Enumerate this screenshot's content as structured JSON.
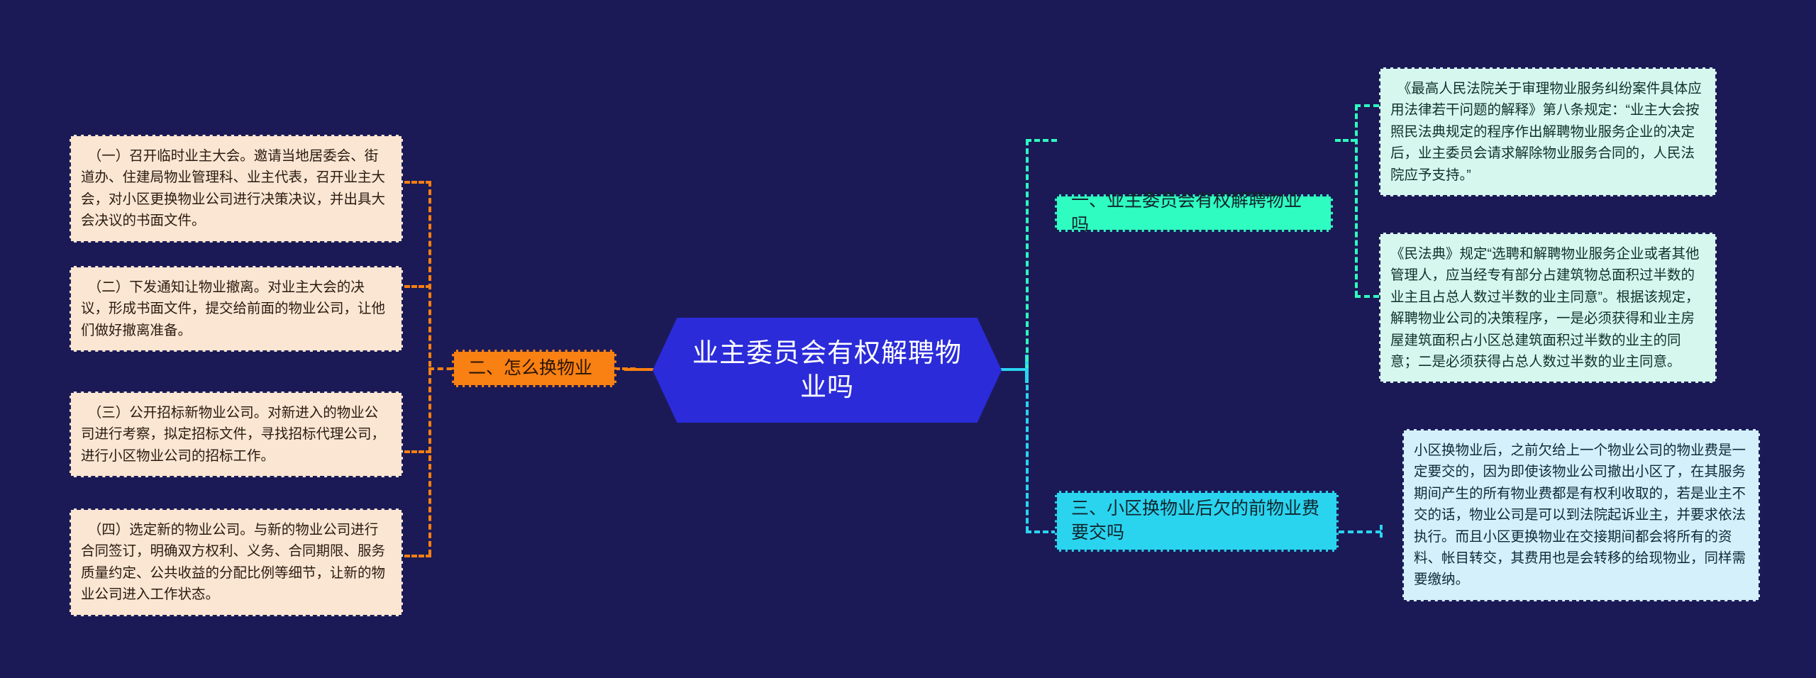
{
  "diagram": {
    "type": "mindmap",
    "background_color": "#1b1a56",
    "center": {
      "label": "业主委员会有权解聘物业吗",
      "color": "#2b2bd9",
      "text_color": "#ffffff"
    },
    "branches": [
      {
        "id": "branch-1",
        "label": "一、业主委员会有权解聘物业吗",
        "color": "#2ffcc0",
        "side": "right",
        "leaves": [
          {
            "id": "leaf-1-1",
            "color": "#d6f7ee",
            "text": "　《最高人民法院关于审理物业服务纠纷案件具体应用法律若干问题的解释》第八条规定：“业主大会按照民法典规定的程序作出解聘物业服务企业的决定后，业主委员会请求解除物业服务合同的，人民法院应予支持。”"
          },
          {
            "id": "leaf-1-2",
            "color": "#d6f7ee",
            "text": "《民法典》规定“选聘和解聘物业服务企业或者其他管理人，应当经专有部分占建筑物总面积过半数的业主且占总人数过半数的业主同意”。根据该规定，解聘物业公司的决策程序，一是必须获得和业主房屋建筑面积占小区总建筑面积过半数的业主的同意；二是必须获得占总人数过半数的业主同意。"
          }
        ]
      },
      {
        "id": "branch-2",
        "label": "二、怎么换物业",
        "color": "#f98012",
        "side": "left",
        "leaves": [
          {
            "id": "leaf-2-1",
            "color": "#fae6d2",
            "text": "　（一）召开临时业主大会。邀请当地居委会、街道办、住建局物业管理科、业主代表，召开业主大会，对小区更换物业公司进行决策决议，并出具大会决议的书面文件。"
          },
          {
            "id": "leaf-2-2",
            "color": "#fae6d2",
            "text": "　（二）下发通知让物业撤离。对业主大会的决议，形成书面文件，提交给前面的物业公司，让他们做好撤离准备。"
          },
          {
            "id": "leaf-2-3",
            "color": "#fae6d2",
            "text": "　（三）公开招标新物业公司。对新进入的物业公司进行考察，拟定招标文件，寻找招标代理公司，进行小区物业公司的招标工作。"
          },
          {
            "id": "leaf-2-4",
            "color": "#fae6d2",
            "text": "　（四）选定新的物业公司。与新的物业公司进行合同签订，明确双方权利、义务、合同期限、服务质量约定、公共收益的分配比例等细节，让新的物业公司进入工作状态。"
          }
        ]
      },
      {
        "id": "branch-3",
        "label": "三、小区换物业后欠的前物业费要交吗",
        "color": "#2ad4ef",
        "side": "right",
        "leaves": [
          {
            "id": "leaf-3-1",
            "color": "#d4f0fb",
            "text": "小区换物业后，之前欠给上一个物业公司的物业费是一定要交的，因为即使该物业公司撤出小区了，在其服务期间产生的所有物业费都是有权利收取的，若是业主不交的话，物业公司是可以到法院起诉业主，并要求依法执行。而且小区更换物业在交接期间都会将所有的资料、帐目转交，其费用也是会转移的给现物业，同样需要缴纳。"
          }
        ]
      }
    ],
    "connectors": {
      "right_top_color": "#2ffcc0",
      "right_bottom_color": "#2ad4ef",
      "left_color": "#f98012"
    }
  }
}
